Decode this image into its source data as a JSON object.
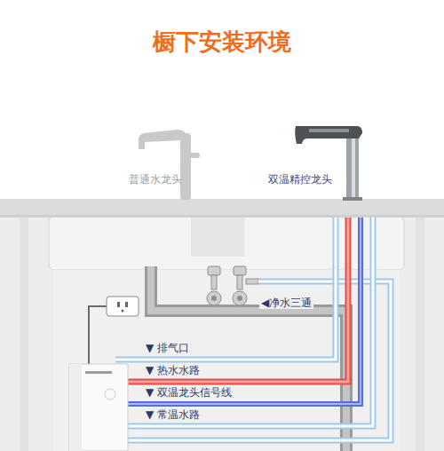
{
  "diagram": {
    "title": "橱下安装环境",
    "labels": [
      "普通水龙头",
      "双温精控龙头",
      "◀净水三通",
      "▼ 排气口",
      "▼ 热水水路",
      "▼ 双温龙头信号线",
      "▼ 常温水路"
    ]
  }
}
